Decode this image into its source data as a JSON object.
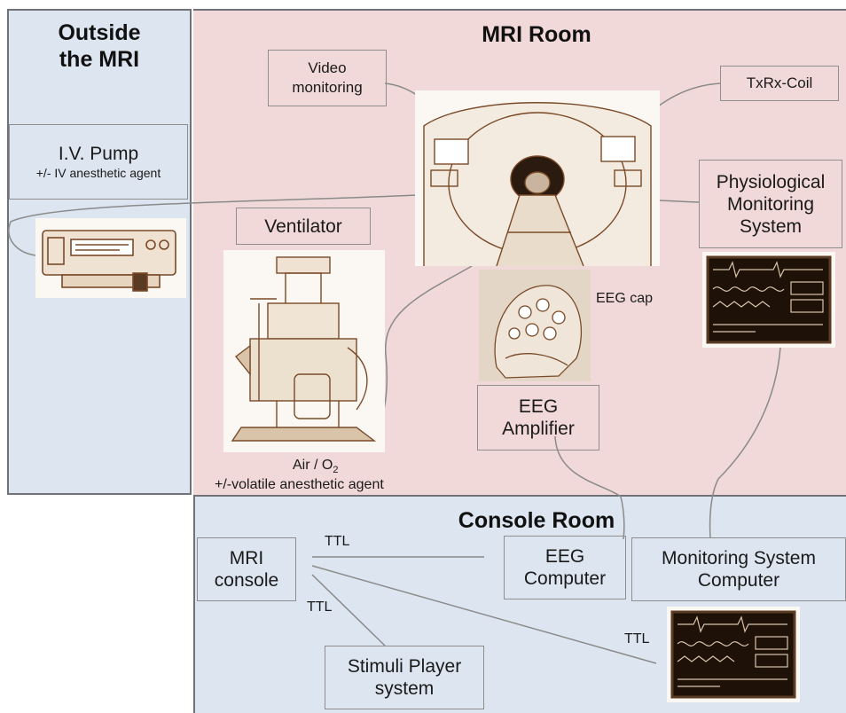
{
  "regions": {
    "outside": "Outside\nthe MRI",
    "mri_room": "MRI Room",
    "console_room": "Console Room"
  },
  "boxes": {
    "iv_pump": {
      "title": "I.V. Pump",
      "sub": "+/- IV anesthetic agent"
    },
    "video_monitoring": "Video monitoring",
    "txrx_coil": "TxRx-Coil",
    "physio": "Physiological Monitoring System",
    "ventilator": "Ventilator",
    "eeg_amp": "EEG Amplifier",
    "mri_console": "MRI console",
    "eeg_computer": "EEG Computer",
    "monitoring_computer": "Monitoring System Computer",
    "stimuli": "Stimuli Player system"
  },
  "labels": {
    "eeg_cap": "EEG cap",
    "air_o2_prefix": "Air / O",
    "air_o2_sub": "2",
    "volatile": "+/-volatile anesthetic agent",
    "ttl_1": "TTL",
    "ttl_2": "TTL",
    "ttl_3": "TTL"
  },
  "pictures": {
    "iv_pump": "infusion-pump-sketch",
    "mri_scanner": "mri-scanner-sketch",
    "ventilator": "ventilator-sketch",
    "eeg_cap": "eeg-cap-sketch",
    "physio_monitor": "monitor-screen-sketch",
    "console_monitor": "monitor-screen-sketch"
  },
  "colors": {
    "outside_bg": "#dde5f0",
    "mri_bg": "#f2d9d9",
    "console_bg": "#dde5f0",
    "sketch": "#7a4a28"
  }
}
